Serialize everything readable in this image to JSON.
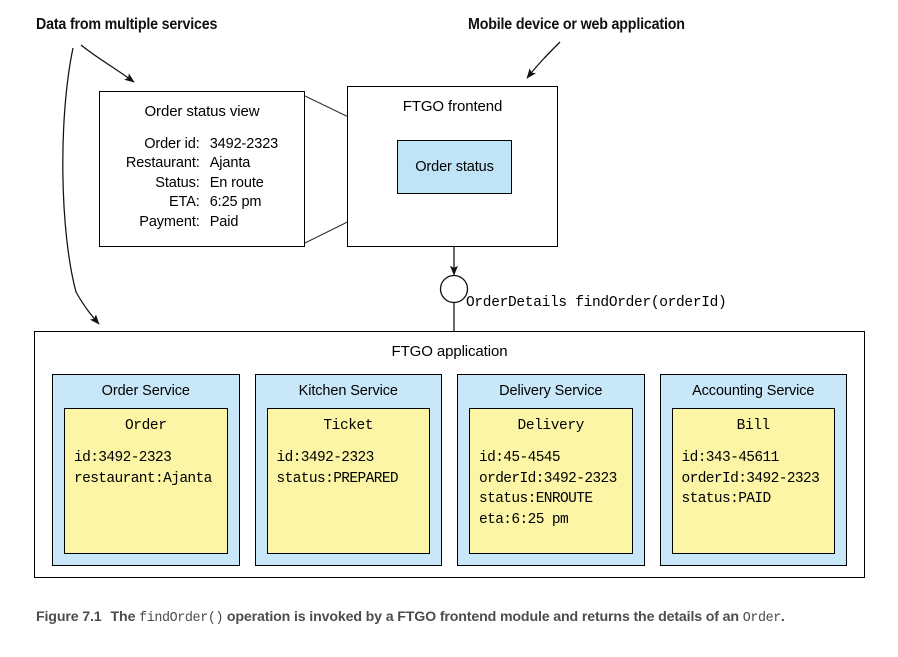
{
  "callouts": {
    "left": "Data from multiple services",
    "right": "Mobile device or web application"
  },
  "order_status_view": {
    "title": "Order status view",
    "fields": [
      {
        "label": "Order id:",
        "value": "3492-2323"
      },
      {
        "label": "Restaurant:",
        "value": "Ajanta"
      },
      {
        "label": "Status:",
        "value": "En route"
      },
      {
        "label": "ETA:",
        "value": "6:25 pm"
      },
      {
        "label": "Payment:",
        "value": "Paid"
      }
    ]
  },
  "frontend": {
    "title": "FTGO frontend",
    "module_label": "Order status"
  },
  "interface": {
    "signature": "OrderDetails findOrder(orderId)"
  },
  "application": {
    "title": "FTGO application",
    "services": [
      {
        "name": "Order Service",
        "entity": "Order",
        "fields": [
          "id:3492-2323",
          "restaurant:Ajanta"
        ]
      },
      {
        "name": "Kitchen Service",
        "entity": "Ticket",
        "fields": [
          "id:3492-2323",
          "status:PREPARED"
        ]
      },
      {
        "name": "Delivery Service",
        "entity": "Delivery",
        "fields": [
          "id:45-4545",
          "orderId:3492-2323",
          "status:ENROUTE",
          "eta:6:25 pm"
        ]
      },
      {
        "name": "Accounting Service",
        "entity": "Bill",
        "fields": [
          "id:343-45611",
          "orderId:3492-2323",
          "status:PAID"
        ]
      }
    ]
  },
  "caption": {
    "number": "Figure 7.1",
    "part1": "The ",
    "code1": "findOrder()",
    "part2": " operation is invoked by a FTGO frontend module and returns the details of an ",
    "code2": "Order",
    "part3": "."
  },
  "colors": {
    "module_blue": "#bfe4f8",
    "service_blue": "#c8e7f8",
    "entity_yellow": "#fbf5a5",
    "stroke": "#000000",
    "caption_gray": "#4d4d4d"
  }
}
